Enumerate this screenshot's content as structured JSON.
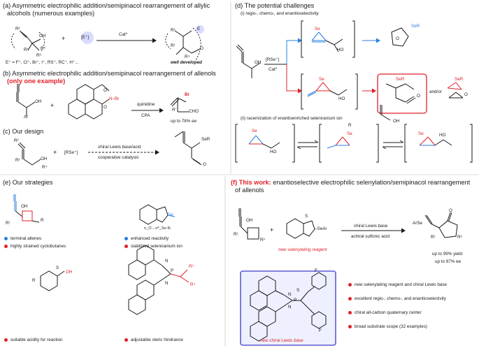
{
  "panel_a": {
    "title": "(a) Asymmetric electrophilic addition/semipinacol rearrangement of allylic",
    "title2": "alcohols (numerous examples)",
    "reagent": "[E⁺]",
    "catalyst": "Cat*",
    "electrophiles": "E⁺ = F⁺, Cl⁺, Br⁺, I⁺, RS⁺, RC⁺, H⁺...",
    "result": "well developed",
    "labels": {
      "r1": "R¹",
      "r2": "R²",
      "r3": "R³",
      "r4": "R⁴",
      "oh": "OH",
      "e": "E",
      "o": "O"
    }
  },
  "panel_b": {
    "title_main": "(b) Asymmetric electrophilic addition/semipinacol rearrangement of allenols",
    "title_red": "(only one example)",
    "reagent1": "quinidine",
    "reagent2": "CPA",
    "ee": "up to 78% ee",
    "labels": {
      "oh": "OH",
      "ar": "Ar",
      "nbr": "N–Br",
      "br": "Br",
      "cho": "CHO",
      "rp": "R'"
    }
  },
  "panel_c": {
    "title": "(c) Our design",
    "reagent": "[RSe⁺]",
    "catalysis1": "chiral Lewis base/acid",
    "catalysis2": "cooperative catalysis",
    "labels": {
      "ser": "SeR",
      "oh": "OH",
      "o": "O"
    }
  },
  "panel_d": {
    "title": "(d) The potential challenges",
    "sub1": "(i) regio-, chemo-, and enantioselectivity",
    "sub2": "(ii) racemization of enantioenriched seleniranium ion",
    "reagent": "[RSe⁺]",
    "catalyst": "Cat*",
    "andor": "and/or",
    "labels": {
      "se": "Se",
      "ser": "SeR",
      "oh": "OH",
      "ho": "HO",
      "o": "O",
      "r": "R"
    }
  },
  "panel_e": {
    "title": "(e) Our strategies",
    "bullets_left_top": [
      {
        "text": "terminal allenes",
        "color": "#2a7de1"
      },
      {
        "text": "highly strained cyclobutanes",
        "color": "#e0202a"
      }
    ],
    "bullets_right_top": [
      {
        "text": "enhanced reactivity",
        "color": "#2a7de1"
      },
      {
        "text": "stabilized seleniranium ion",
        "color": "#e0202a"
      }
    ],
    "bullets_left_bottom": [
      {
        "text": "suitable acidity for reaction",
        "color": "#e0202a"
      }
    ],
    "bullets_right_bottom": [
      {
        "text": "adjustable steric hindrance",
        "color": "#e0202a"
      }
    ],
    "labels": {
      "oh": "OH",
      "r": "R",
      "sen": "Se–N",
      "orbital": "n_O→σ*_Se-N",
      "so3h": "OH"
    }
  },
  "panel_f": {
    "title_red": "(f) This work:",
    "title_rest": "enantioselective electrophilic selenylation/semipinacol rearrangement",
    "title2": "of allenols",
    "reagent_label": "new selenylating reagent",
    "cond1": "chiral Lewis base",
    "cond2": "achiral sulfonic acid",
    "yield": "up to 99% yield",
    "ee": "up to 97% ee",
    "lb_label": "new chiral Lewis base",
    "bullets": [
      "new selenylating reagent and chiral Lewis base",
      "excellent regio-, chemo-, and enantioselectivity",
      "chiral all-carbon quaternary center",
      "broad substrate scope (32 examples)"
    ],
    "labels": {
      "seAr": "–SeAr",
      "arSe": "ArSe",
      "oh": "OH",
      "o": "O",
      "f": "F",
      "s": "S",
      "p": "P",
      "n": "N"
    }
  },
  "colors": {
    "red": "#e0202a",
    "blue": "#2a7de1",
    "lb_box": "#5b5bd6",
    "sep": "#999999"
  }
}
